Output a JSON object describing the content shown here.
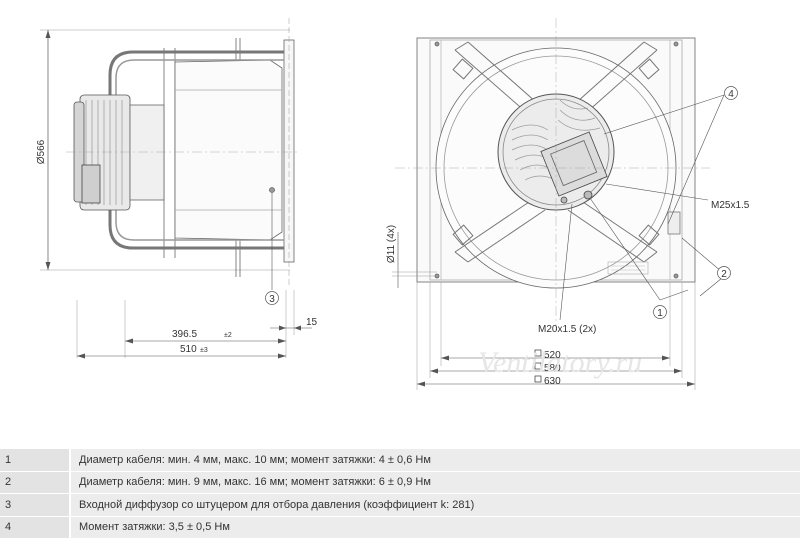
{
  "dimensions": {
    "diameter_566": "Ø566",
    "hole_diameter": "Ø11 (4x)",
    "depth_396": "396.5",
    "depth_396_tol": "±2",
    "depth_510": "510",
    "depth_510_tol": "±3",
    "flange_15": "15",
    "square_520": "520",
    "square_580": "580",
    "square_630": "630",
    "thread_m25": "M25x1.5",
    "thread_m20": "M20x1.5 (2x)"
  },
  "callouts": [
    "1",
    "2",
    "3",
    "4"
  ],
  "watermark": "Ventilatory.ru",
  "notes": [
    {
      "num": "1",
      "text": "Диаметр кабеля: мин. 4 мм, макс. 10 мм; момент затяжки: 4 ± 0,6 Нм"
    },
    {
      "num": "2",
      "text": "Диаметр кабеля: мин. 9 мм, макс. 16 мм; момент затяжки: 6 ± 0,9 Нм"
    },
    {
      "num": "3",
      "text": "Входной диффузор со штуцером для отбора давления (коэффициент k: 281)"
    },
    {
      "num": "4",
      "text": "Момент затяжки: 3,5 ± 0,5 Нм"
    }
  ]
}
